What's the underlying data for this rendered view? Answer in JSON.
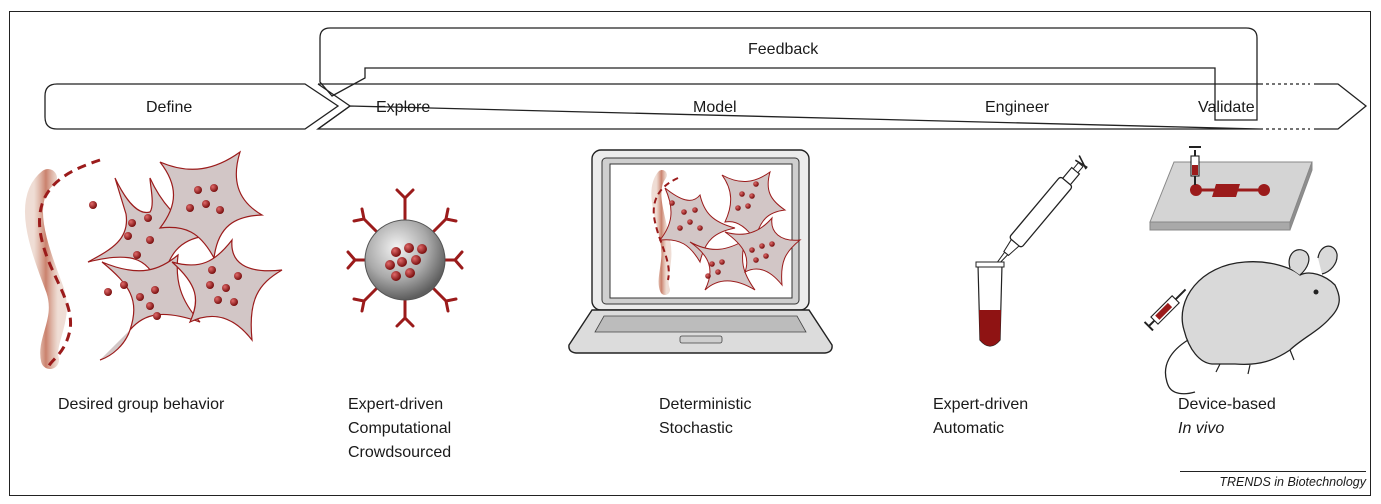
{
  "feedback_label": "Feedback",
  "stages": [
    "Define",
    "Explore",
    "Model",
    "Engineer",
    "Validate"
  ],
  "captions": {
    "define": [
      "Desired group behavior"
    ],
    "explore": [
      "Expert-driven",
      "Computational",
      "Crowdsourced"
    ],
    "model": [
      "Deterministic",
      "Stochastic"
    ],
    "engineer": [
      "Expert-driven",
      "Automatic"
    ],
    "validate": [
      "Device-based",
      "In vivo"
    ]
  },
  "footer": "TRENDS in Biotechnology",
  "colors": {
    "accent": "#9b1b1b",
    "cell_fill": "#d2c6c6",
    "line": "#222222"
  }
}
